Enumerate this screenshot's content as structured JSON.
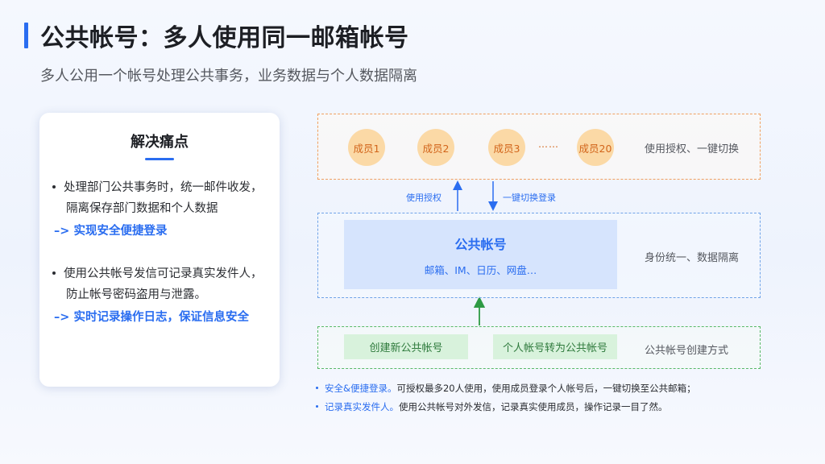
{
  "header": {
    "title": "公共帐号：多人使用同一邮箱帐号",
    "subtitle": "多人公用一个帐号处理公共事务，业务数据与个人数据隔离"
  },
  "pain_card": {
    "title": "解决痛点",
    "points": [
      {
        "line1": "处理部门公共事务时，统一邮件收发，",
        "line2": "隔离保存部门数据和个人数据",
        "result": "–> 实现安全便捷登录"
      },
      {
        "line1": "使用公共帐号发信可记录真实发件人，",
        "line2": "防止帐号密码盗用与泄露。",
        "result": "–> 实时记录操作日志，保证信息安全"
      }
    ]
  },
  "diagram": {
    "members": [
      "成员1",
      "成员2",
      "成员3",
      "成员20"
    ],
    "ellipsis": "……",
    "members_label": "使用授权、一键切换",
    "arrow_up_label": "使用授权",
    "arrow_down_label": "一键切换登录",
    "public_account_title": "公共帐号",
    "public_account_features": "邮箱、IM、日历、网盘…",
    "public_account_label": "身份统一、数据隔离",
    "create_options": [
      "创建新公共帐号",
      "个人帐号转为公共帐号"
    ],
    "create_label": "公共帐号创建方式"
  },
  "notes": [
    {
      "highlight": "安全&便捷登录。",
      "text": "可授权最多20人使用，使用成员登录个人帐号后，一键切换至公共邮箱；"
    },
    {
      "highlight": "记录真实发件人。",
      "text": "使用公共帐号对外发信，记录真实使用成员，操作记录一目了然。"
    }
  ],
  "colors": {
    "accent": "#2a6df0",
    "member_fill": "#fbd9a6",
    "member_text": "#d2651b",
    "account_fill": "#d6e4fd",
    "create_fill": "#d8f2dc",
    "arrow_green": "#2e9a44"
  }
}
